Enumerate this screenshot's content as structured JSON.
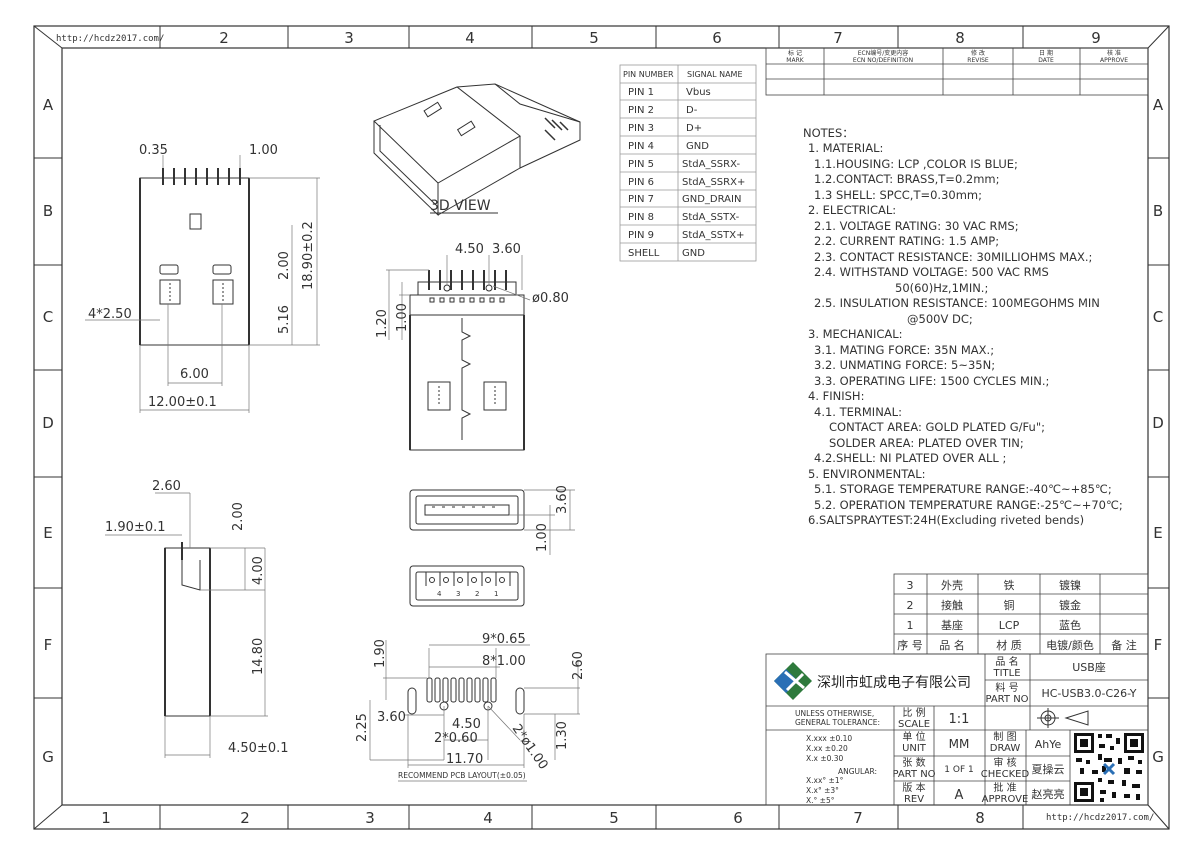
{
  "frame": {
    "url_top": "http://hcdz2017.com/",
    "url_bottom": "http://hcdz2017.com/",
    "col_numbers_top": [
      "2",
      "3",
      "4",
      "5",
      "6",
      "7",
      "8",
      "9"
    ],
    "col_numbers_bottom": [
      "1",
      "2",
      "3",
      "4",
      "5",
      "6",
      "7",
      "8"
    ],
    "row_letters": [
      "A",
      "B",
      "C",
      "D",
      "E",
      "F",
      "G"
    ]
  },
  "revision_block": {
    "headers": [
      {
        "cn": "标 记",
        "en": "MARK"
      },
      {
        "cn": "ECN编号/变更内容",
        "en": "ECN NO/DEFINITION"
      },
      {
        "cn": "修 改",
        "en": "REVISE"
      },
      {
        "cn": "日 期",
        "en": "DATE"
      },
      {
        "cn": "核 准",
        "en": "APPROVE"
      }
    ]
  },
  "pin_table": {
    "headers": [
      "PIN NUMBER",
      "SIGNAL NAME"
    ],
    "rows": [
      [
        "PIN 1",
        "Vbus"
      ],
      [
        "PIN 2",
        "D-"
      ],
      [
        "PIN 3",
        "D+"
      ],
      [
        "PIN 4",
        "GND"
      ],
      [
        "PIN 5",
        "StdA_SSRX-"
      ],
      [
        "PIN 6",
        "StdA_SSRX+"
      ],
      [
        "PIN 7",
        "GND_DRAIN"
      ],
      [
        "PIN 8",
        "StdA_SSTX-"
      ],
      [
        "PIN 9",
        "StdA_SSTX+"
      ],
      [
        "SHELL",
        "GND"
      ]
    ]
  },
  "notes": [
    "NOTES：",
    "1. MATERIAL:",
    "1.1.HOUSING: LCP ,COLOR IS BLUE;",
    "1.2.CONTACT:  BRASS,T=0.2mm;",
    "1.3 SHELL: SPCC,T=0.30mm;",
    "2. ELECTRICAL:",
    "2.1. VOLTAGE RATING: 30 VAC RMS;",
    "2.2. CURRENT RATING: 1.5 AMP;",
    "2.3. CONTACT RESISTANCE: 30MILLIOHMS MAX.;",
    "2.4. WITHSTAND VOLTAGE: 500 VAC RMS",
    "50(60)Hz,1MIN.;",
    "2.5. INSULATION RESISTANCE: 100MEGOHMS MIN",
    "@500V DC;",
    "3. MECHANICAL:",
    "3.1. MATING FORCE: 35N MAX.;",
    "3.2. UNMATING FORCE: 5~35N;",
    "3.3. OPERATING LIFE: 1500 CYCLES MIN.;",
    "4. FINISH:",
    "4.1. TERMINAL:",
    "CONTACT AREA: GOLD PLATED G/Fu\";",
    "SOLDER AREA: PLATED OVER TIN;",
    "4.2.SHELL: NI PLATED OVER ALL ;",
    "5. ENVIRONMENTAL:",
    "5.1. STORAGE TEMPERATURE RANGE:-40℃~+85℃;",
    "5.2. OPERATION TEMPERATURE RANGE:-25℃~+70℃;",
    "6.SALTSPRAYTEST:24H(Excluding riveted bends)"
  ],
  "views": {
    "view3d_label": "3D VIEW",
    "pcb_caption": "RECOMMEND PCB LAYOUT(±0.05)",
    "pin_numbers_front": [
      "4",
      "3",
      "2",
      "1"
    ]
  },
  "dimensions": {
    "top_left": [
      "0.35",
      "1.00",
      "2.00",
      "18.90±0.2",
      "4*2.50",
      "5.16",
      "6.00",
      "12.00±0.1"
    ],
    "top_mid": [
      "4.50",
      "3.60",
      "ø0.80",
      "1.20",
      "1.00"
    ],
    "side": [
      "2.60",
      "1.90±0.1",
      "2.00",
      "4.00",
      "14.80",
      "4.50±0.1"
    ],
    "front": [
      "3.60",
      "1.00"
    ],
    "pcb": [
      "9*0.65",
      "8*1.00",
      "1.90",
      "2.60",
      "3.60",
      "2.25",
      "4.50",
      "2*0.60",
      "11.70",
      "1.30",
      "2*ø1.00"
    ]
  },
  "bom": {
    "rows": [
      [
        "3",
        "外壳",
        "铁",
        "镀镍",
        ""
      ],
      [
        "2",
        "接触",
        "铜",
        "镀金",
        ""
      ],
      [
        "1",
        "基座",
        "LCP",
        "蓝色",
        ""
      ]
    ],
    "headers": [
      "序 号",
      "品 名",
      "材 质",
      "电镀/颜色",
      "备 注"
    ]
  },
  "title_block": {
    "company": "深圳市虹成电子有限公司",
    "title_label_cn": "品 名",
    "title_label_en": "TITLE",
    "title_value": "USB座",
    "partno_label_cn": "料 号",
    "partno_label_en": "PART NO",
    "partno_value": "HC-USB3.0-C26-Y",
    "tolerance_title": "UNLESS    OTHERWISE,",
    "tolerance_title2": "GENERAL TOLERANCE:",
    "tolerances": [
      "X.xxx  ±0.10",
      "X.xx   ±0.20",
      "X.x    ±0.30"
    ],
    "angular_title": "ANGULAR:",
    "angular": [
      "X.xx°    ±1°",
      "X.x°     ±3°",
      "X.°      ±5°"
    ],
    "scale_label_cn": "比 例",
    "scale_label_en": "SCALE",
    "scale_value": "1:1",
    "unit_label_cn": "单 位",
    "unit_label_en": "UNIT",
    "unit_value": "MM",
    "partnum_label_cn": "张 数",
    "partnum_label_en": "PART NO",
    "partnum_value": "1 OF 1",
    "rev_label_cn": "版 本",
    "rev_label_en": "REV",
    "rev_value": "A",
    "draw_label_cn": "制 图",
    "draw_label_en": "DRAW",
    "draw_value": "AhYe",
    "checked_label_cn": "审 核",
    "checked_label_en": "CHECKED",
    "checked_value": "夏操云",
    "approve_label_cn": "批 准",
    "approve_label_en": "APPROVE",
    "approve_value": "赵亮亮"
  }
}
